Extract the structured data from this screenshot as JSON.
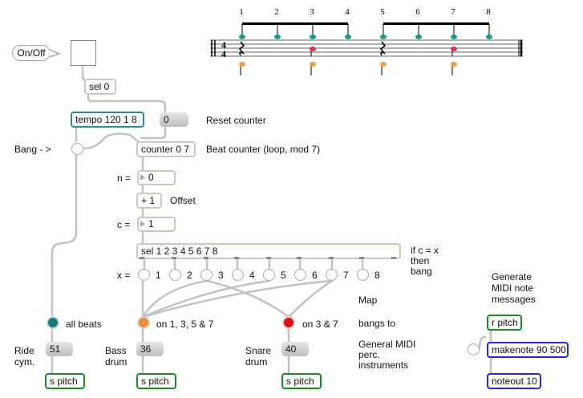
{
  "onoff_label": "On/Off",
  "sel0": "sel 0",
  "tempo": "tempo 120 1 8",
  "reset_value": "0",
  "reset_label": "Reset counter",
  "bang_label": "Bang - >",
  "counter": "counter 0 7",
  "counter_label": "Beat counter (loop, mod 7)",
  "n_label": "n =",
  "n_value": "0",
  "plus1": "+ 1",
  "offset_label": "Offset",
  "c_label": "c =",
  "c_value": "1",
  "sel_list": "sel 1 2 3 4 5 6 7 8",
  "if_label_1": "if c = x",
  "if_label_2": "then",
  "if_label_3": "bang",
  "x_label": "x =",
  "x_items": [
    "1",
    "2",
    "3",
    "4",
    "5",
    "6",
    "7",
    "8"
  ],
  "map_label": "Map",
  "bangs_to_label": "bangs to",
  "gm_1": "General MIDI",
  "gm_2": "perc.",
  "gm_3": "instruments",
  "all_beats": "all beats",
  "on_1357": "on 1, 3, 5 & 7",
  "on_37": "on 3 & 7",
  "ride_1": "Ride",
  "ride_2": "cym.",
  "ride_value": "51",
  "bass_1": "Bass",
  "bass_2": "drum",
  "bass_value": "36",
  "snare_1": "Snare",
  "snare_2": "drum",
  "snare_value": "40",
  "s_pitch": "s pitch",
  "gen_1": "Generate",
  "gen_2": "MIDI note",
  "gen_3": "messages",
  "r_pitch": "r pitch",
  "makenote": "makenote 90 500",
  "noteout": "noteout 10",
  "beat_numbers": [
    "1",
    "2",
    "3",
    "4",
    "5",
    "6",
    "7",
    "8"
  ],
  "colors": {
    "teal": "#0f7f80",
    "orange": "#f28a30",
    "red": "#e01010",
    "grey_obj": "#c9ccb8",
    "green_obj": "#1a8a2a",
    "blue_obj": "#2a2ad0"
  }
}
